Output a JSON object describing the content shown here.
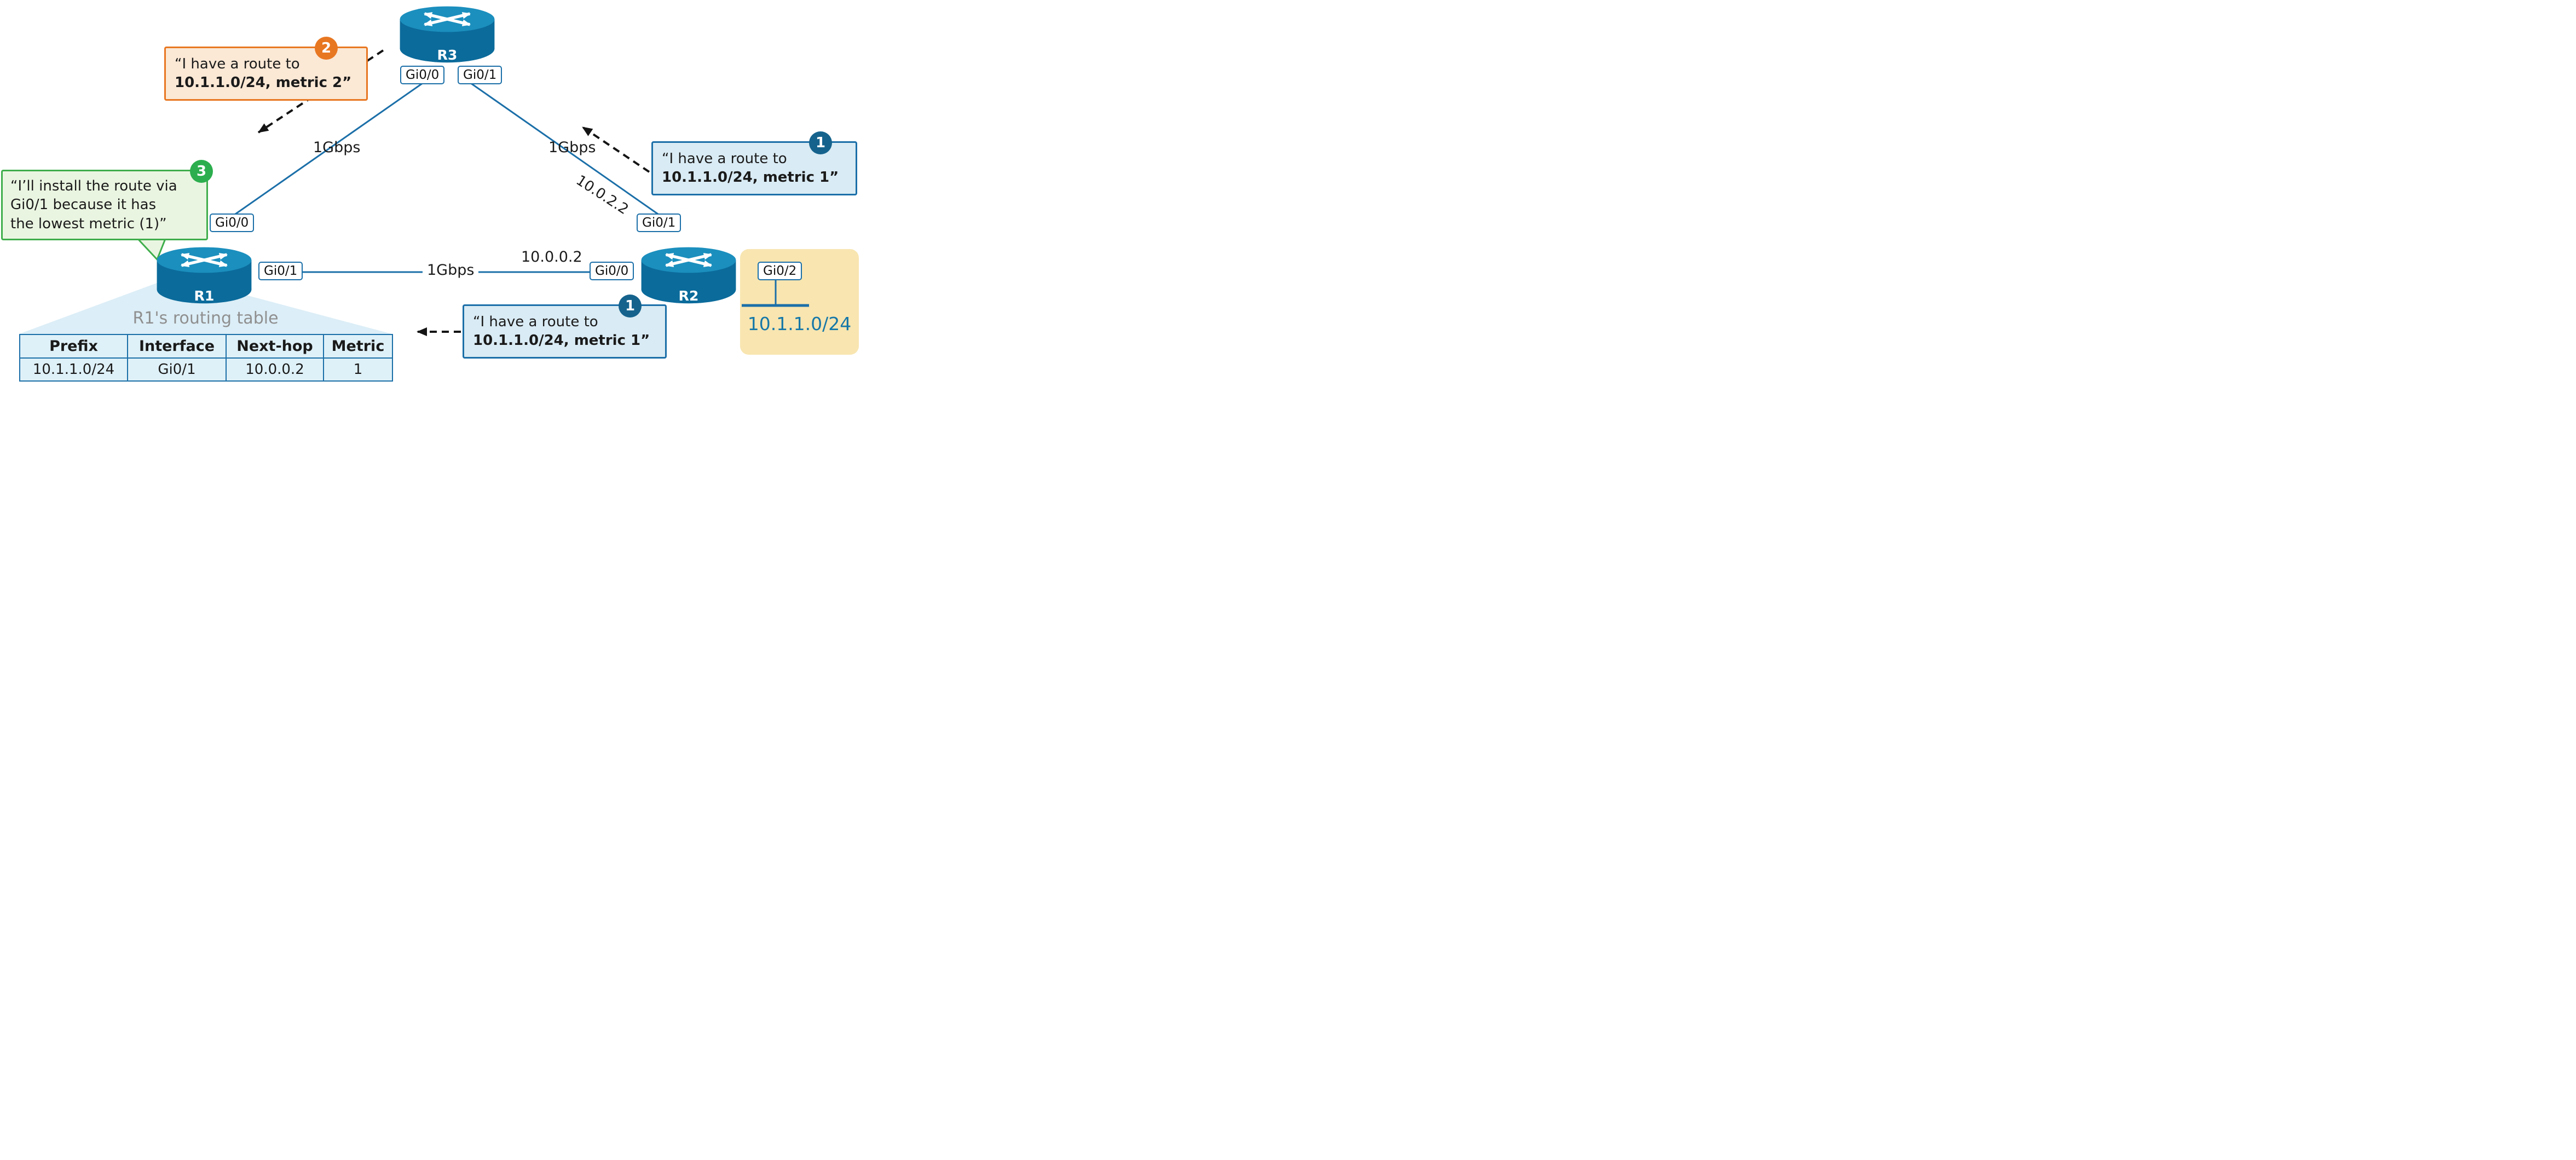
{
  "routers": {
    "r1": "R1",
    "r2": "R2",
    "r3": "R3"
  },
  "interfaces": {
    "r3_gi00": "Gi0/0",
    "r3_gi01": "Gi0/1",
    "r1_gi00": "Gi0/0",
    "r1_gi01": "Gi0/1",
    "r2_gi01": "Gi0/1",
    "r2_gi00": "Gi0/0",
    "r2_gi02": "Gi0/2"
  },
  "links": {
    "r1_r3_speed": "1Gbps",
    "r3_r2_speed": "1Gbps",
    "r1_r2_speed": "1Gbps",
    "r3_r2_ip": "10.0.2.2",
    "r1_r2_ip": "10.0.0.2"
  },
  "lan": {
    "prefix": "10.1.1.0/24"
  },
  "callouts": {
    "r3_advert": {
      "badge": "2",
      "line1": "“I have a route to",
      "line2": "10.1.1.0/24, metric 2”"
    },
    "r2_advert_to_r3": {
      "badge": "1",
      "line1": "“I have a route to",
      "line2": "10.1.1.0/24, metric 1”"
    },
    "r2_advert_to_r1": {
      "badge": "1",
      "line1": "“I have a route to",
      "line2": "10.1.1.0/24, metric 1”"
    },
    "r1_decision": {
      "badge": "3",
      "line1": "“I’ll install the route via",
      "line2": "Gi0/1 because it has",
      "line3": "the lowest metric (1)”"
    }
  },
  "routing_table": {
    "title": "R1's routing table",
    "headers": [
      "Prefix",
      "Interface",
      "Next-hop",
      "Metric"
    ],
    "rows": [
      [
        "10.1.1.0/24",
        "Gi0/1",
        "10.0.0.2",
        "1"
      ]
    ]
  },
  "colors": {
    "router_body": "#0B6B9B",
    "router_top": "#1B8FBE",
    "link_line": "#1B6FA8",
    "orange_accent": "#E87722",
    "blue_badge": "#15638D",
    "green_accent": "#2CAE4E",
    "callout_orange_bg": "#FBE8D5",
    "callout_blue_bg": "#D9EBF4",
    "callout_green_bg": "#EAF5E1",
    "lan_highlight_bg": "#F8E5B0",
    "table_bg": "#DFF1F8",
    "dashed_arrow": "#141414"
  }
}
